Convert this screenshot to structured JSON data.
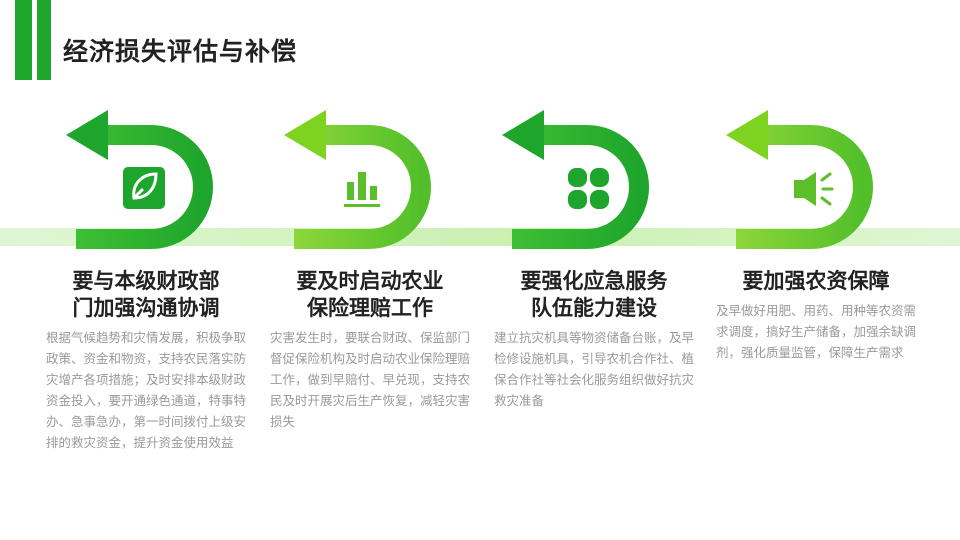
{
  "header": {
    "title": "经济损失评估与补偿"
  },
  "colors": {
    "accent": "#1ea52b",
    "light": "#7ed321",
    "band": "#c9f0b0"
  },
  "steps": [
    {
      "icon": "leaf-icon",
      "title": "要与本级财政部\n门加强沟通协调",
      "body": "根据气候趋势和灾情发展，积极争取政策、资金和物资，支持农民落实防灾增产各项措施；及时安排本级财政资金投入，要开通绿色通道，特事特办、急事急办，第一时间拨付上级安排的救灾资金，提升资金使用效益"
    },
    {
      "icon": "bar-chart-icon",
      "title": "要及时启动农业\n保险理赔工作",
      "body": "灾害发生时，要联合财政、保监部门督促保险机构及时启动农业保险理赔工作，做到早赔付、早兑现，支持农民及时开展灾后生产恢复，减轻灾害损失"
    },
    {
      "icon": "clover-icon",
      "title": "要强化应急服务\n队伍能力建设",
      "body": "建立抗灾机具等物资储备台账，及早检修设施机具，引导农机合作社、植保合作社等社会化服务组织做好抗灾救灾准备"
    },
    {
      "icon": "speaker-icon",
      "title": "要加强农资保障",
      "body": "及早做好用肥、用药、用种等农资需求调度，搞好生产储备，加强余缺调剂，强化质量监管，保障生产需求"
    }
  ]
}
